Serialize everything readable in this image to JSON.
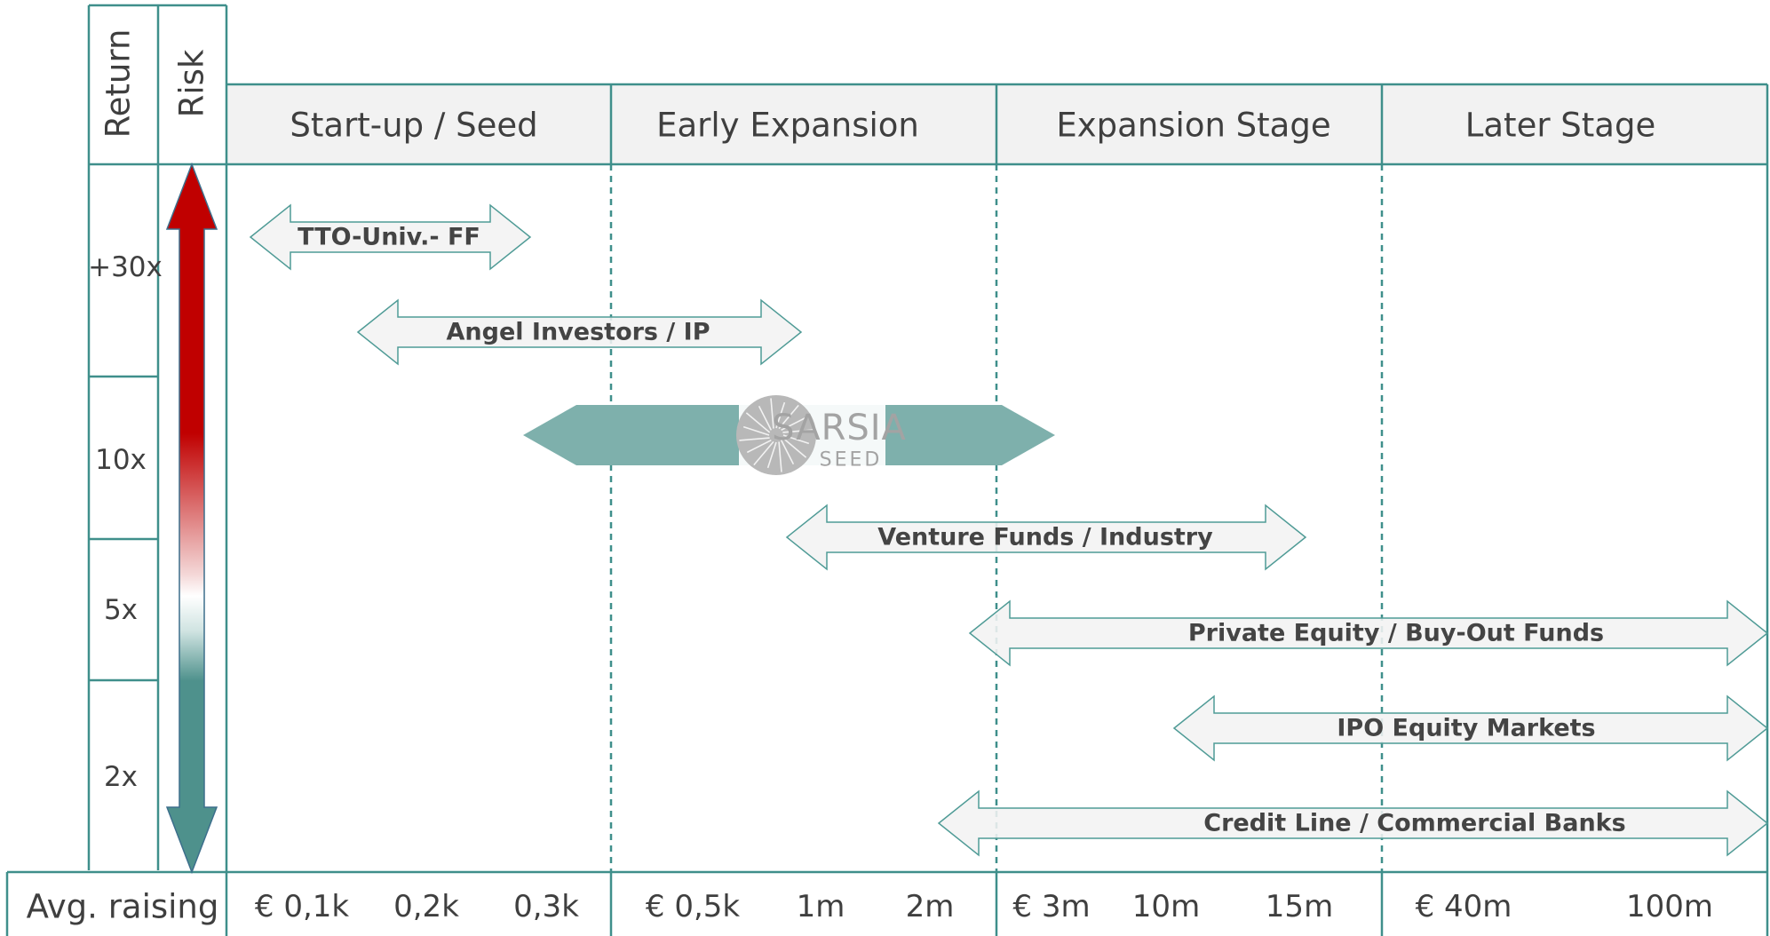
{
  "colors": {
    "line": "#3f8f8b",
    "header_fill": "#f2f2f2",
    "arrow_fill": "#f2f2f2",
    "arrow_stroke": "#4f9b96",
    "big_arrow": "#7eb0ac",
    "risk_high": "#c00000",
    "risk_low": "#4e918c",
    "logo": "#a3a3a3",
    "text": "#3f3f3f"
  },
  "axis_titles": {
    "return": "Return",
    "risk": "Risk"
  },
  "stages": [
    "Start-up / Seed",
    "Early Expansion",
    "Expansion Stage",
    "Later Stage"
  ],
  "returns": [
    "+30x",
    "10x",
    "5x",
    "2x"
  ],
  "raising_label": "Avg. raising",
  "raising_values": [
    [
      "€ 0,1k",
      "0,2k",
      "0,3k"
    ],
    [
      "€ 0,5k",
      "1m",
      "2m"
    ],
    [
      "€ 3m",
      "10m",
      "15m"
    ],
    [
      "€ 40m",
      "100m"
    ]
  ],
  "funding_sources": [
    "TTO-Univ.- FF",
    "Angel Investors / IP",
    "Venture Funds / Industry",
    "Private Equity / Buy-Out Funds",
    "IPO Equity Markets",
    "Credit Line / Commercial Banks"
  ],
  "logo": {
    "name": "SARSIA",
    "sub": "SEED",
    "icon": "sun-spiral-logo-icon"
  }
}
